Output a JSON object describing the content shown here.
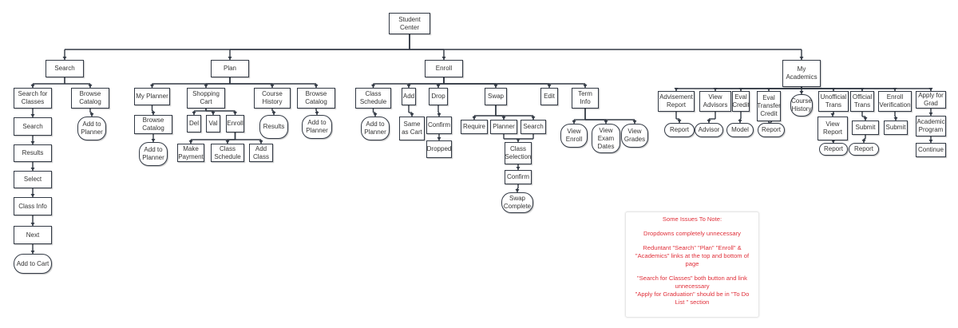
{
  "colors": {
    "line": "#333a45",
    "note_text": "#e0303a"
  },
  "nodes": [
    {
      "id": "root",
      "label": "Student\nCenter",
      "shape": "rect",
      "parents": []
    },
    {
      "id": "search",
      "label": "Search",
      "shape": "rect",
      "parents": [
        "root"
      ]
    },
    {
      "id": "plan",
      "label": "Plan",
      "shape": "rect",
      "parents": [
        "root"
      ]
    },
    {
      "id": "enroll",
      "label": "Enroll",
      "shape": "rect",
      "parents": [
        "root"
      ]
    },
    {
      "id": "acad",
      "label": "My\nAcademics",
      "shape": "rect",
      "parents": [
        "root"
      ]
    },
    {
      "id": "sfc",
      "label": "Search for\nClasses",
      "shape": "rect",
      "parents": [
        "search"
      ]
    },
    {
      "id": "s_browse",
      "label": "Browse\nCatalog",
      "shape": "rect",
      "parents": [
        "search"
      ]
    },
    {
      "id": "s_browse_add",
      "label": "Add to\nPlanner",
      "shape": "round",
      "parents": [
        "s_browse"
      ]
    },
    {
      "id": "s1",
      "label": "Search",
      "shape": "rect",
      "parents": [
        "sfc"
      ]
    },
    {
      "id": "s2",
      "label": "Results",
      "shape": "rect",
      "parents": [
        "s1"
      ]
    },
    {
      "id": "s3",
      "label": "Select",
      "shape": "rect",
      "parents": [
        "s2"
      ]
    },
    {
      "id": "s4",
      "label": "Class Info",
      "shape": "rect",
      "parents": [
        "s3"
      ]
    },
    {
      "id": "s5",
      "label": "Next",
      "shape": "rect",
      "parents": [
        "s4"
      ]
    },
    {
      "id": "s6",
      "label": "Add to Cart",
      "shape": "round",
      "parents": [
        "s5"
      ]
    },
    {
      "id": "p_planner",
      "label": "My Planner",
      "shape": "rect",
      "parents": [
        "plan"
      ]
    },
    {
      "id": "p_planner_browse",
      "label": "Browse\nCatalog",
      "shape": "rect",
      "parents": [
        "p_planner"
      ]
    },
    {
      "id": "p_planner_add",
      "label": "Add to\nPlanner",
      "shape": "round",
      "parents": [
        "p_planner_browse"
      ]
    },
    {
      "id": "p_cart",
      "label": "Shopping\nCart",
      "shape": "rect",
      "parents": [
        "plan"
      ]
    },
    {
      "id": "p_del",
      "label": "Del",
      "shape": "rect",
      "parents": [
        "p_cart"
      ]
    },
    {
      "id": "p_val",
      "label": "Val",
      "shape": "rect",
      "parents": [
        "p_cart"
      ]
    },
    {
      "id": "p_enroll",
      "label": "Enroll",
      "shape": "rect",
      "parents": [
        "p_cart"
      ]
    },
    {
      "id": "p_pay",
      "label": "Make\nPayment",
      "shape": "rect",
      "parents": [
        "p_enroll"
      ]
    },
    {
      "id": "p_sched",
      "label": "Class\nSchedule",
      "shape": "rect",
      "parents": [
        "p_enroll"
      ]
    },
    {
      "id": "p_addclass",
      "label": "Add\nClass",
      "shape": "rect",
      "parents": [
        "p_enroll"
      ]
    },
    {
      "id": "p_hist",
      "label": "Course\nHistory",
      "shape": "rect",
      "parents": [
        "plan"
      ]
    },
    {
      "id": "p_hist_res",
      "label": "Results",
      "shape": "round",
      "parents": [
        "p_hist"
      ]
    },
    {
      "id": "p_browse",
      "label": "Browse\nCatalog",
      "shape": "rect",
      "parents": [
        "plan"
      ]
    },
    {
      "id": "p_browse_add",
      "label": "Add to\nPlanner",
      "shape": "round",
      "parents": [
        "p_browse"
      ]
    },
    {
      "id": "e_sched",
      "label": "Class\nSchedule",
      "shape": "rect",
      "parents": [
        "enroll"
      ]
    },
    {
      "id": "e_sched_add",
      "label": "Add to\nPlanner",
      "shape": "round",
      "parents": [
        "e_sched"
      ]
    },
    {
      "id": "e_add",
      "label": "Add",
      "shape": "rect",
      "parents": [
        "enroll"
      ]
    },
    {
      "id": "e_same",
      "label": "Same\nas Cart",
      "shape": "rect",
      "parents": [
        "e_add"
      ]
    },
    {
      "id": "e_drop",
      "label": "Drop",
      "shape": "rect",
      "parents": [
        "enroll"
      ]
    },
    {
      "id": "e_drop_conf",
      "label": "Confirm",
      "shape": "rect",
      "parents": [
        "e_drop"
      ]
    },
    {
      "id": "e_dropped",
      "label": "Dropped",
      "shape": "rect",
      "parents": [
        "e_drop_conf"
      ]
    },
    {
      "id": "e_swap",
      "label": "Swap",
      "shape": "rect",
      "parents": [
        "enroll"
      ]
    },
    {
      "id": "e_req",
      "label": "Require",
      "shape": "rect",
      "parents": [
        "e_swap"
      ]
    },
    {
      "id": "e_planner",
      "label": "Planner",
      "shape": "rect",
      "parents": [
        "e_swap"
      ]
    },
    {
      "id": "e_search",
      "label": "Search",
      "shape": "rect",
      "parents": [
        "e_swap"
      ]
    },
    {
      "id": "e_classsel",
      "label": "Class\nSelection",
      "shape": "rect",
      "parents": [
        "e_planner",
        "e_search"
      ]
    },
    {
      "id": "e_swap_conf",
      "label": "Confirm",
      "shape": "rect",
      "parents": [
        "e_classsel"
      ]
    },
    {
      "id": "e_swap_done",
      "label": "Swap\nComplete",
      "shape": "round",
      "parents": [
        "e_swap_conf"
      ]
    },
    {
      "id": "e_edit",
      "label": "Edit",
      "shape": "rect",
      "parents": [
        "enroll"
      ]
    },
    {
      "id": "e_term",
      "label": "Term\nInfo",
      "shape": "rect",
      "parents": [
        "enroll"
      ]
    },
    {
      "id": "e_venroll",
      "label": "View\nEnroll",
      "shape": "round",
      "parents": [
        "e_term"
      ]
    },
    {
      "id": "e_vexam",
      "label": "View\nExam\nDates",
      "shape": "round",
      "parents": [
        "e_term"
      ]
    },
    {
      "id": "e_vgrades",
      "label": "View\nGrades",
      "shape": "round",
      "parents": [
        "e_term"
      ]
    },
    {
      "id": "a_adv",
      "label": "Advisement\nReport",
      "shape": "rect",
      "parents": [
        "acad"
      ]
    },
    {
      "id": "a_adv_rep",
      "label": "Report",
      "shape": "round",
      "parents": [
        "a_adv"
      ]
    },
    {
      "id": "a_va",
      "label": "View\nAdvisors",
      "shape": "rect",
      "parents": [
        "acad"
      ]
    },
    {
      "id": "a_va_adv",
      "label": "Advisor",
      "shape": "round",
      "parents": [
        "a_va"
      ]
    },
    {
      "id": "a_ec",
      "label": "Eval\nCredit",
      "shape": "rect",
      "parents": [
        "acad"
      ]
    },
    {
      "id": "a_ec_model",
      "label": "Model",
      "shape": "round",
      "parents": [
        "a_ec"
      ]
    },
    {
      "id": "a_etc",
      "label": "Eval\nTransfer\nCredit",
      "shape": "rect",
      "parents": [
        "acad"
      ]
    },
    {
      "id": "a_etc_rep",
      "label": "Report",
      "shape": "round",
      "parents": [
        "a_etc"
      ]
    },
    {
      "id": "a_ch",
      "label": "Course\nHistory",
      "shape": "round",
      "parents": [
        "acad"
      ]
    },
    {
      "id": "a_ut",
      "label": "Unofficial\nTrans",
      "shape": "rect",
      "parents": [
        "acad"
      ]
    },
    {
      "id": "a_ut_view",
      "label": "View\nReport",
      "shape": "rect",
      "parents": [
        "a_ut"
      ]
    },
    {
      "id": "a_ut_rep",
      "label": "Report",
      "shape": "round",
      "parents": [
        "a_ut_view"
      ]
    },
    {
      "id": "a_ot",
      "label": "Official\nTrans",
      "shape": "rect",
      "parents": [
        "acad"
      ]
    },
    {
      "id": "a_ot_sub",
      "label": "Submit",
      "shape": "rect",
      "parents": [
        "a_ot"
      ]
    },
    {
      "id": "a_ot_rep",
      "label": "Report",
      "shape": "round",
      "parents": [
        "a_ot_sub"
      ]
    },
    {
      "id": "a_ev",
      "label": "Enroll\nVerification",
      "shape": "rect",
      "parents": [
        "acad"
      ]
    },
    {
      "id": "a_ev_sub",
      "label": "Submit",
      "shape": "rect",
      "parents": [
        "a_ev"
      ]
    },
    {
      "id": "a_ag",
      "label": "Apply for\nGrad",
      "shape": "rect",
      "parents": [
        "acad"
      ]
    },
    {
      "id": "a_ag_prog",
      "label": "Academic\nProgram",
      "shape": "rect",
      "parents": [
        "a_ag"
      ]
    },
    {
      "id": "a_ag_cont",
      "label": "Continue",
      "shape": "rect",
      "parents": [
        "a_ag_prog"
      ]
    }
  ],
  "notes": {
    "title": "Some Issues To Note:",
    "items": [
      "Dropdowns completely unnecessary",
      "Reduntant \"Search\" \"Plan\" \"Enroll\" & \"Academics\" links at the top and bottom of page",
      "\"Search for Classes\" both button and link unnecessary",
      "\"Apply for Graduation\" should be in \"To Do List \" section"
    ]
  }
}
